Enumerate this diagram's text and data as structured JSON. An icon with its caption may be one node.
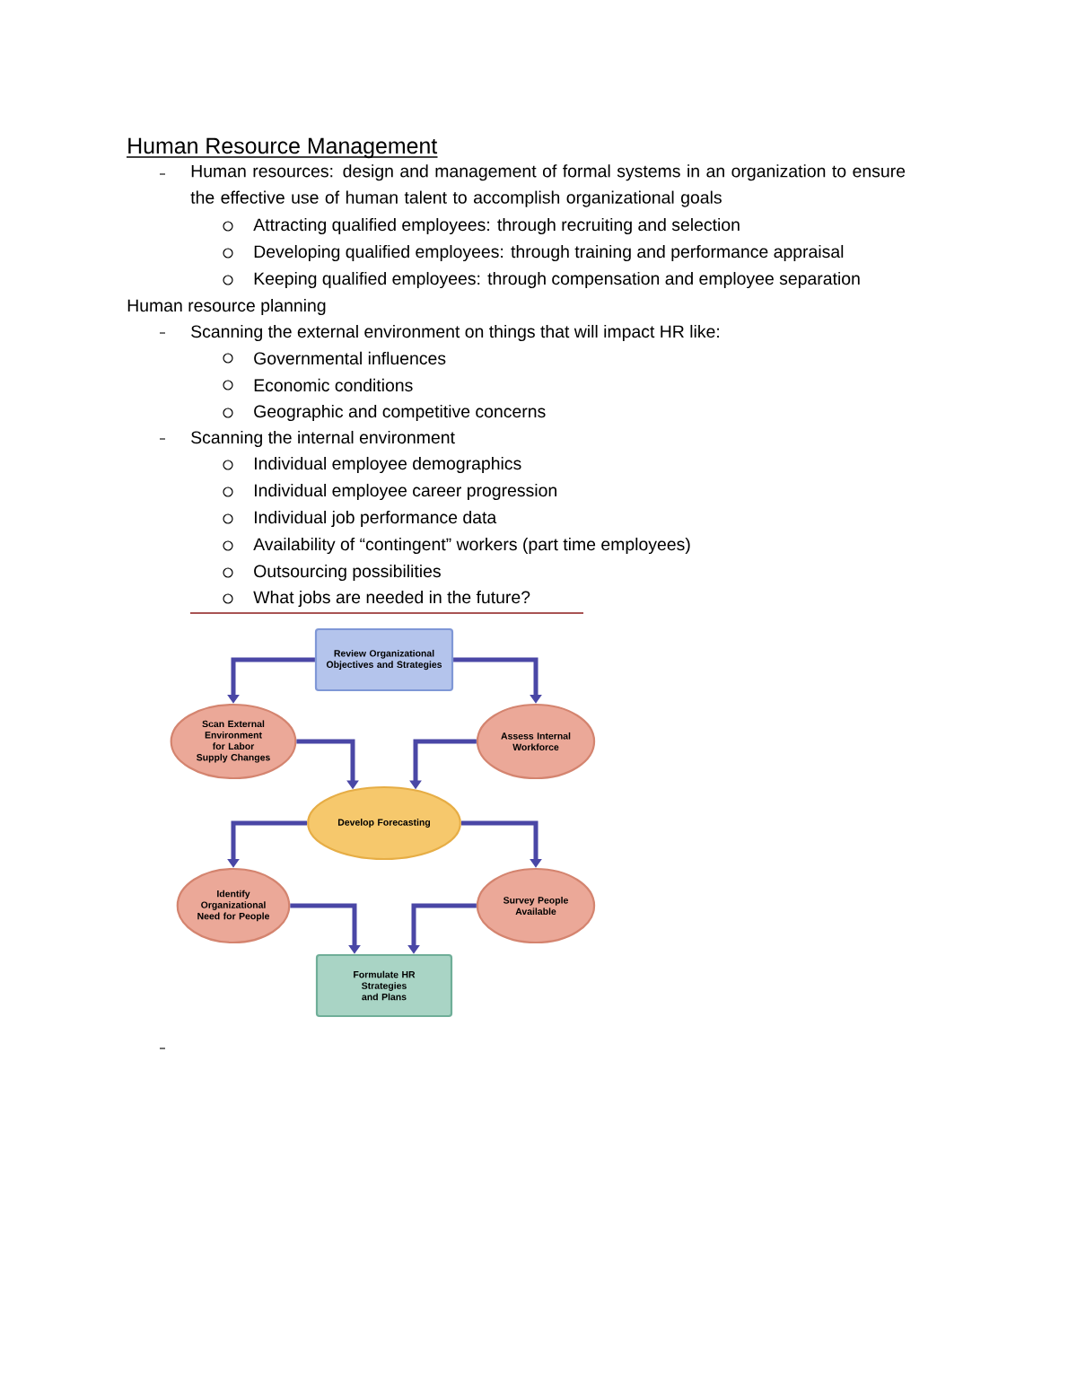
{
  "diagram": {
    "title": "Human Resource Management",
    "nodes": [
      {
        "text": [
          "Review Organizational Objectives and Strategies"
        ]
      },
      {
        "text": [
          "Scan External Environment for Labor Supply Changes"
        ]
      },
      {
        "text": [
          "Assess Internal Workforce"
        ]
      },
      {
        "text": [
          "Develop Forecasting"
        ]
      },
      {
        "text": [
          "Identify Organizational Need for People"
        ]
      },
      {
        "text": [
          "Survey People Available"
        ]
      },
      {
        "text": [
          "Formulate HR Strategies and Plans"
        ]
      }
    ],
    "edges": [
      {
        "from": 0,
        "to": 1,
        "arrow": "to"
      },
      {
        "from": 0,
        "to": 2,
        "arrow": "to"
      },
      {
        "from": 1,
        "to": 3,
        "arrow": "to"
      },
      {
        "from": 2,
        "to": 3,
        "arrow": "to"
      },
      {
        "from": 3,
        "to": 4,
        "arrow": "to"
      },
      {
        "from": 3,
        "to": 5,
        "arrow": "to"
      },
      {
        "from": 4,
        "to": 6,
        "arrow": "to"
      },
      {
        "from": 5,
        "to": 6,
        "arrow": "to"
      }
    ],
    "labels": [
      "Human resources: design and management of formal systems in an organization to ensure the effective use of human talent to accomplish organizational goals",
      "Attracting qualified employees: through recruiting and selection",
      "Developing qualified employees: through training and performance appraisal",
      "Keeping qualified employees: through compensation and employee separation",
      "Human resource planning",
      "Scanning the external environment on things that will impact HR like:",
      "Governmental influences",
      "Economic conditions",
      "Geographic and competitive concerns",
      "Scanning the internal environment",
      "Individual employee demographics",
      "Individual employee career progression",
      "Individual job performance data",
      "Availability of “contingent” workers (part time employees)",
      "Outsourcing possibilities",
      "What jobs are needed in the future?"
    ]
  }
}
